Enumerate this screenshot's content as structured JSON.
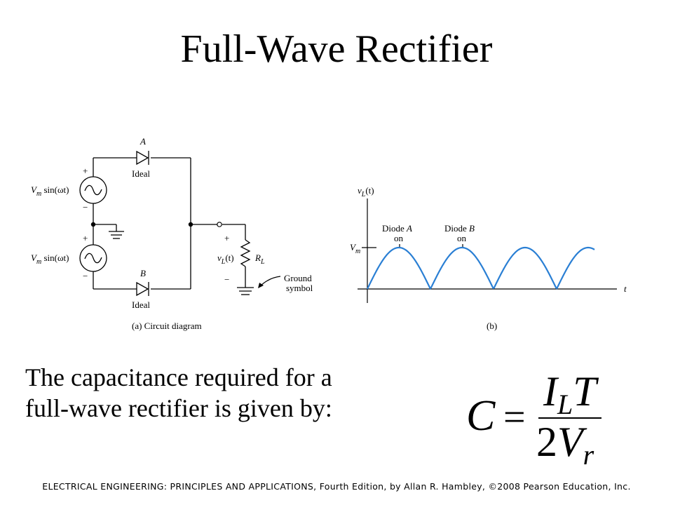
{
  "slide": {
    "title": "Full-Wave Rectifier",
    "body_lines": [
      "The capacitance required for a",
      "full-wave rectifier is given by:"
    ],
    "footer": "ELECTRICAL ENGINEERING: PRINCIPLES AND APPLICATIONS, Fourth Edition, by Allan R. Hambley, ©2008 Pearson Education, Inc."
  },
  "circuit": {
    "diode_a_label": "A",
    "diode_b_label": "B",
    "diode_a_note": "Ideal",
    "diode_b_note": "Ideal",
    "source_label_main": "V",
    "source_label_sub": "m",
    "source_label_func": " sin(ωt)",
    "plus_sign": "+",
    "minus_sign": "−",
    "vl_main": "v",
    "vl_sub": "L",
    "vl_func": "(t)",
    "rl_main": "R",
    "rl_sub": "L",
    "ground_line1": "Ground",
    "ground_line2": "symbol",
    "caption": "(a) Circuit diagram"
  },
  "waveform": {
    "y_label_main": "v",
    "y_label_sub": "L",
    "y_label_func": "(t)",
    "vm_main": "V",
    "vm_sub": "m",
    "t_label": "t",
    "diode_a_line1_prefix": "Diode ",
    "diode_a_line1_letter": "A",
    "diode_a_line2": "on",
    "diode_b_line1_prefix": "Diode ",
    "diode_b_line1_letter": "B",
    "diode_b_line2": "on",
    "caption": "(b)",
    "half_cycles": 3.6,
    "color": "#2a7fd4"
  },
  "equation": {
    "lhs": "C",
    "equals": "=",
    "num_main": "I",
    "num_sub": "L",
    "num_t": "T",
    "den_coef": "2",
    "den_main": "V",
    "den_sub": "r"
  }
}
